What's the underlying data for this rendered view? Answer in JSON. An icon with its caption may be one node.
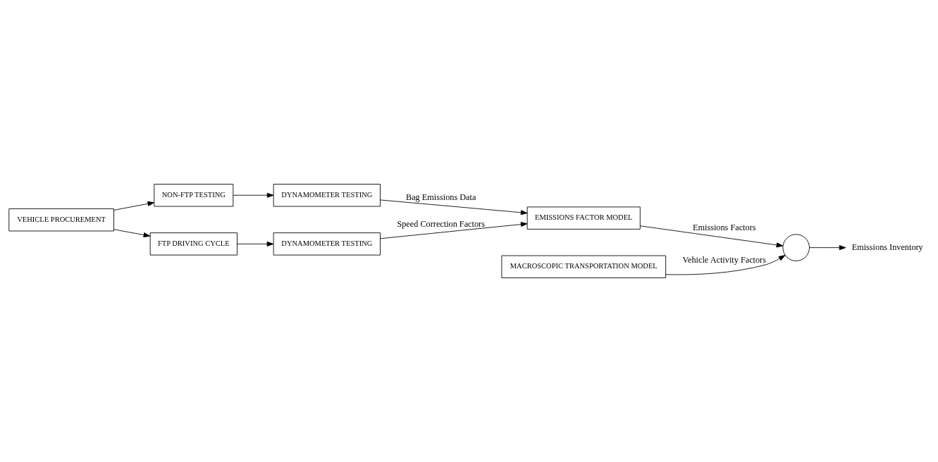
{
  "diagram": {
    "nodes": [
      {
        "text": [
          "VEHICLE PROCUREMENT"
        ]
      },
      {
        "text": [
          "NON-FTP TESTING"
        ]
      },
      {
        "text": [
          "DYNAMOMETER TESTING"
        ]
      },
      {
        "text": [
          "FTP DRIVING CYCLE"
        ]
      },
      {
        "text": [
          "DYNAMOMETER TESTING"
        ]
      },
      {
        "text": [
          "EMISSIONS FACTOR MODEL"
        ]
      },
      {
        "text": [
          "MACROSCOPIC TRANSPORTATION MODEL"
        ]
      },
      {
        "text": [],
        "shape": "circle"
      },
      {
        "text": [
          "Emissions Inventory"
        ]
      }
    ],
    "edges": [
      {
        "from": 0,
        "to": 1,
        "arrow": "to"
      },
      {
        "from": 0,
        "to": 3,
        "arrow": "to"
      },
      {
        "from": 1,
        "to": 2,
        "arrow": "to"
      },
      {
        "from": 3,
        "to": 4,
        "arrow": "to"
      },
      {
        "from": 2,
        "to": 5,
        "arrow": "to",
        "label": "Bag Emissions Data"
      },
      {
        "from": 4,
        "to": 5,
        "arrow": "to",
        "label": "Speed Correction Factors"
      },
      {
        "from": 5,
        "to": 7,
        "arrow": "to",
        "label": "Emissions Factors"
      },
      {
        "from": 6,
        "to": 7,
        "arrow": "to",
        "label": "Vehicle Activity Factors"
      },
      {
        "from": 7,
        "to": 8,
        "arrow": "to"
      }
    ]
  }
}
